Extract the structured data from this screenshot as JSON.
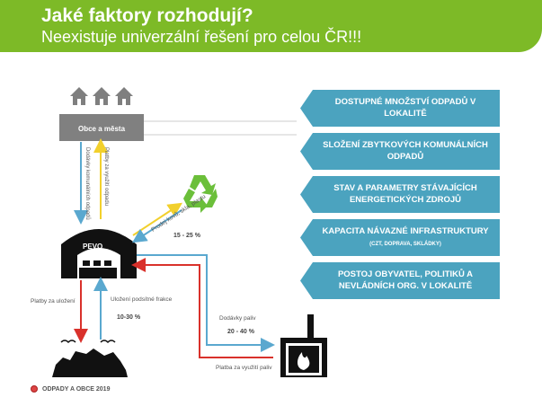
{
  "header": {
    "title": "Jaké faktory rozhodují?",
    "subtitle": "Neexistuje univerzální řešení pro celou ČR!!!"
  },
  "diagram": {
    "municipality_label": "Obce a města",
    "flow_delivery_municipal": "Dodávky komunálních odpadů",
    "flow_payment_use": "Platby za využití odpadu",
    "plant_label": "PEVO",
    "recycling_sale": "Prodej kovů, skla, plastu",
    "recycling_share": "15 - 25 %",
    "payment_disposal": "Platby za uložení",
    "landfill_subsieve": "Uložení podsítné frakce",
    "landfill_share": "10-30 %",
    "fuel_delivery": "Dodávky paliv",
    "fuel_share": "20 - 40 %",
    "fuel_payment": "Platba za využití paliv"
  },
  "factors": [
    {
      "text": "DOSTUPNÉ MNOŽSTVÍ ODPADŮ V LOKALITĚ",
      "small": ""
    },
    {
      "text": "SLOŽENÍ ZBYTKOVÝCH KOMUNÁLNÍCH ODPADŮ",
      "small": ""
    },
    {
      "text": "STAV A PARAMETRY STÁVAJÍCÍCH ENERGETICKÝCH ZDROJŮ",
      "small": ""
    },
    {
      "text": "KAPACITA NÁVAZNÉ INFRASTRUKTURY",
      "small": "(CZT, DOPRAVA, SKLÁDKY)"
    },
    {
      "text": "POSTOJ OBYVATEL, POLITIKŮ A NEVLÁDNÍCH ORG. V LOKALITĚ",
      "small": ""
    }
  ],
  "footer": {
    "text": "ODPADY A OBCE 2019"
  },
  "colors": {
    "header_green": "#7dba27",
    "factor_blue": "#4ba3bf",
    "flow_blue": "#5aa8cf",
    "flow_yellow": "#f2d02c",
    "flow_red": "#d9312b",
    "recycle_green": "#6bbf3a"
  }
}
